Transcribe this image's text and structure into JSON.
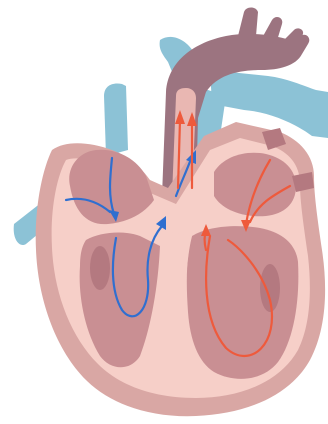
{
  "diagram": {
    "subject": "heart-cross-section",
    "flows": [
      {
        "name": "deoxygenated-blood-flow",
        "color": "#2f6fd0"
      },
      {
        "name": "oxygenated-blood-flow",
        "color": "#ee5a3c"
      }
    ],
    "palette": {
      "vessel_blue": "#8cc2d6",
      "vessel_blue_dark": "#6aa8c0",
      "aorta": "#9c7480",
      "aorta_dark": "#7d5864",
      "wall_outer": "#d9a7a4",
      "wall_inner": "#f6cfc8",
      "chamber": "#c98f93",
      "chamber_dark": "#b47980"
    }
  }
}
